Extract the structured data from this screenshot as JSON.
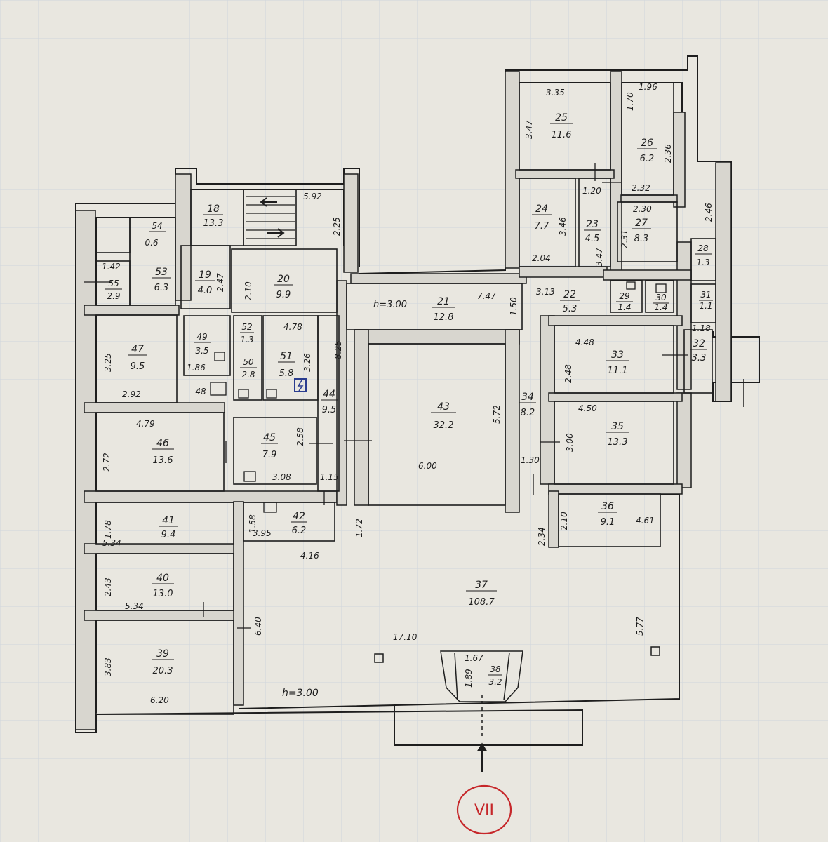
{
  "rooms": [
    {
      "id": "r18",
      "num": "18",
      "area": "13.3"
    },
    {
      "id": "r19",
      "num": "19",
      "area": "4.0"
    },
    {
      "id": "r20",
      "num": "20",
      "area": "9.9"
    },
    {
      "id": "r21",
      "num": "21",
      "area": "12.8"
    },
    {
      "id": "r22",
      "num": "22",
      "area": "5.3"
    },
    {
      "id": "r23",
      "num": "23",
      "area": "4.5"
    },
    {
      "id": "r24",
      "num": "24",
      "area": "7.7"
    },
    {
      "id": "r25",
      "num": "25",
      "area": "11.6"
    },
    {
      "id": "r26",
      "num": "26",
      "area": "6.2"
    },
    {
      "id": "r27",
      "num": "27",
      "area": "8.3"
    },
    {
      "id": "r28",
      "num": "28",
      "area": "1.3"
    },
    {
      "id": "r29",
      "num": "29",
      "area": "1.4"
    },
    {
      "id": "r30",
      "num": "30",
      "area": "1.4"
    },
    {
      "id": "r31",
      "num": "31",
      "area": "1.1"
    },
    {
      "id": "r32",
      "num": "32",
      "area": "3.3"
    },
    {
      "id": "r33",
      "num": "33",
      "area": "11.1"
    },
    {
      "id": "r34",
      "num": "34",
      "area": "8.2"
    },
    {
      "id": "r35",
      "num": "35",
      "area": "13.3"
    },
    {
      "id": "r36",
      "num": "36",
      "area": "9.1"
    },
    {
      "id": "r37",
      "num": "37",
      "area": "108.7"
    },
    {
      "id": "r38",
      "num": "38",
      "area": "3.2"
    },
    {
      "id": "r39",
      "num": "39",
      "area": "20.3"
    },
    {
      "id": "r40",
      "num": "40",
      "area": "13.0"
    },
    {
      "id": "r41",
      "num": "41",
      "area": "9.4"
    },
    {
      "id": "r42",
      "num": "42",
      "area": "6.2"
    },
    {
      "id": "r43",
      "num": "43",
      "area": "32.2"
    },
    {
      "id": "r44",
      "num": "44",
      "area": "9.5"
    },
    {
      "id": "r45",
      "num": "45",
      "area": "7.9"
    },
    {
      "id": "r46",
      "num": "46",
      "area": "13.6"
    },
    {
      "id": "r47",
      "num": "47",
      "area": "9.5"
    },
    {
      "id": "r48",
      "num": "48",
      "area": ""
    },
    {
      "id": "r49",
      "num": "49",
      "area": "3.5"
    },
    {
      "id": "r50",
      "num": "50",
      "area": "2.8"
    },
    {
      "id": "r51",
      "num": "51",
      "area": "5.8"
    },
    {
      "id": "r52",
      "num": "52",
      "area": "1.3"
    },
    {
      "id": "r53",
      "num": "53",
      "area": "6.3"
    },
    {
      "id": "r54",
      "num": "54",
      "area": "0.6"
    },
    {
      "id": "r55",
      "num": "55",
      "area": "2.9"
    }
  ],
  "dimensions": [
    "5.92",
    "2.25",
    "3.35",
    "3.47",
    "1.70",
    "1.96",
    "2.36",
    "1.20",
    "2.32",
    "3.46",
    "2.30",
    "2.31",
    "2.46",
    "2.04",
    "3.47",
    "1.42",
    "2.47",
    "2.10",
    "7.47",
    "3.13",
    "1.50",
    "4.78",
    "3.26",
    "8.25",
    "3.25",
    "1.86",
    "2.92",
    "1.18",
    "4.48",
    "2.48",
    "5.72",
    "4.50",
    "3.00",
    "4.79",
    "2.72",
    "2.58",
    "3.08",
    "1.15",
    "6.00",
    "1.30",
    "1.78",
    "5.34",
    "1.58",
    "3.95",
    "1.72",
    "4.16",
    "2.10",
    "2.34",
    "4.61",
    "2.43",
    "5.34",
    "6.40",
    "17.10",
    "5.77",
    "3.83",
    "6.20",
    "1.67",
    "1.89"
  ],
  "ceiling_heights": [
    "h=3.00",
    "h=3.00"
  ],
  "sheet_mark": "VII",
  "colors": {
    "paper": "#e9e7e0",
    "grid": "#cfd6dc",
    "wall": "#1e1e1e",
    "ink": "#1e1e1e",
    "stamp": "#c6272a",
    "accent": "#2a3c8f"
  }
}
